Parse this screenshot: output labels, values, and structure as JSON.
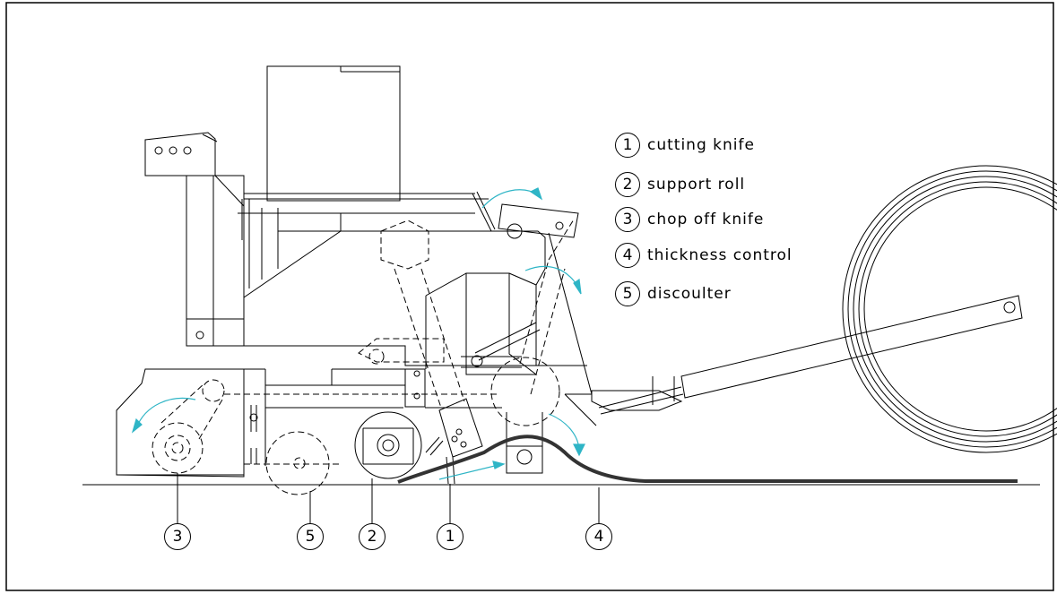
{
  "legend": [
    {
      "num": "1",
      "label": "cutting knife"
    },
    {
      "num": "2",
      "label": "support roll"
    },
    {
      "num": "3",
      "label": "chop off knife"
    },
    {
      "num": "4",
      "label": "thickness control"
    },
    {
      "num": "5",
      "label": "discoulter"
    }
  ],
  "callouts": {
    "c3": "3",
    "c5": "5",
    "c2": "2",
    "c1": "1",
    "c4": "4"
  },
  "drawing": {
    "line_color": "#000000",
    "arrow_color": "#2fb5c6",
    "soil_strip_color": "#333333"
  }
}
